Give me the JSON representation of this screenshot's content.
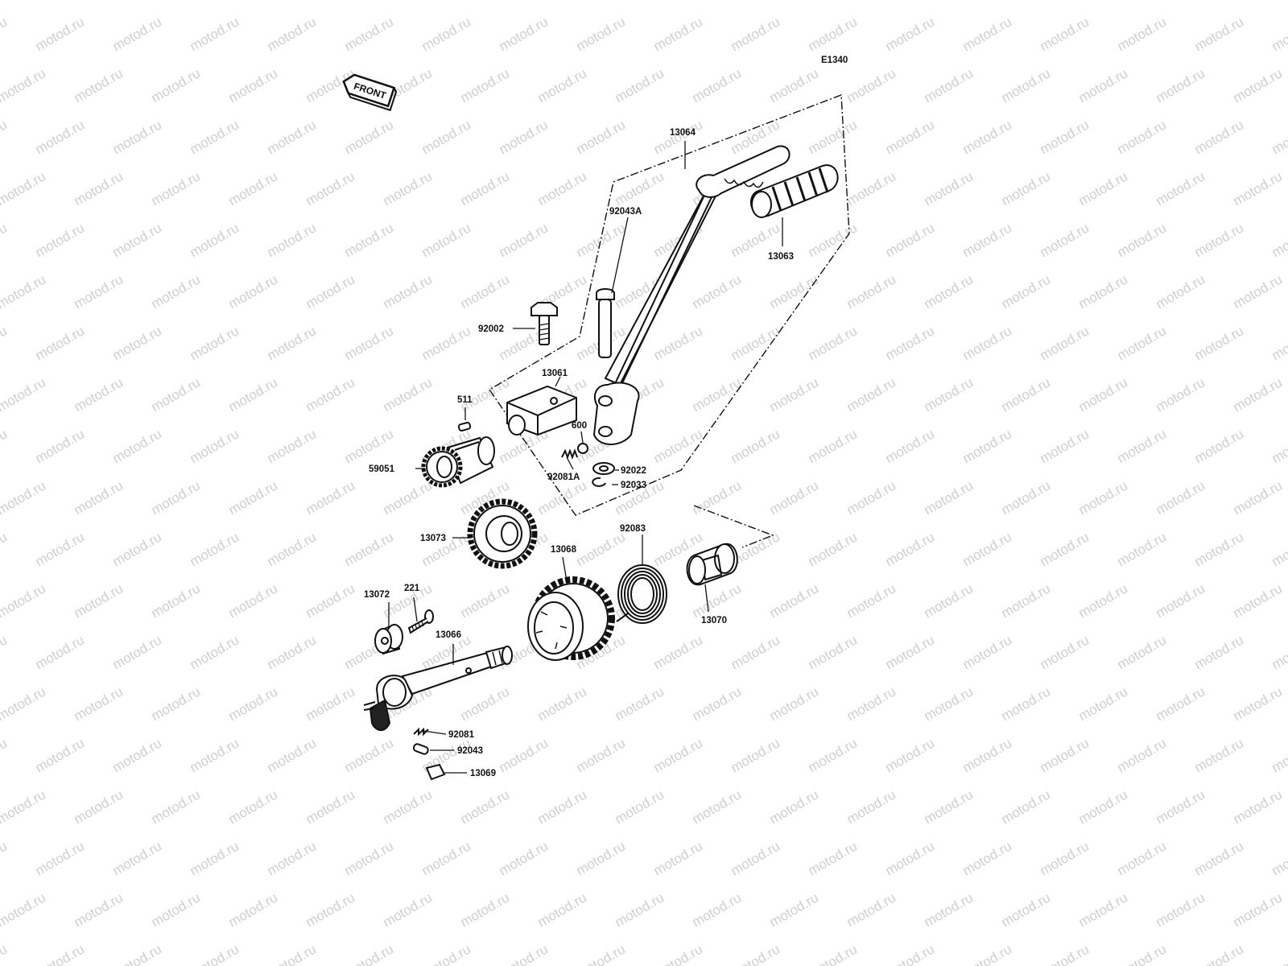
{
  "figure_code": "E1340",
  "front_label": "FRONT",
  "watermark_text": "motod.ru",
  "colors": {
    "ink": "#111111",
    "watermark": "#cfcfcf",
    "background": "#ffffff"
  },
  "parts": [
    {
      "id": "13064",
      "name": "kick-pedal"
    },
    {
      "id": "13063",
      "name": "pedal-rubber"
    },
    {
      "id": "92043A",
      "name": "pin"
    },
    {
      "id": "92002",
      "name": "bolt"
    },
    {
      "id": "13061",
      "name": "pedal-holder"
    },
    {
      "id": "511",
      "name": "pin-small"
    },
    {
      "id": "600",
      "name": "ball"
    },
    {
      "id": "92081A",
      "name": "spring-small"
    },
    {
      "id": "92022",
      "name": "washer"
    },
    {
      "id": "92033",
      "name": "circlip"
    },
    {
      "id": "59051",
      "name": "kick-shaft-gear"
    },
    {
      "id": "13073",
      "name": "idle-gear"
    },
    {
      "id": "13068",
      "name": "kick-gear"
    },
    {
      "id": "92083",
      "name": "kick-spring"
    },
    {
      "id": "13070",
      "name": "spring-guide"
    },
    {
      "id": "13072",
      "name": "collar"
    },
    {
      "id": "221",
      "name": "screw"
    },
    {
      "id": "13066",
      "name": "kick-shaft"
    },
    {
      "id": "92081",
      "name": "spring"
    },
    {
      "id": "92043",
      "name": "pin-2"
    },
    {
      "id": "13069",
      "name": "ratchet"
    }
  ]
}
